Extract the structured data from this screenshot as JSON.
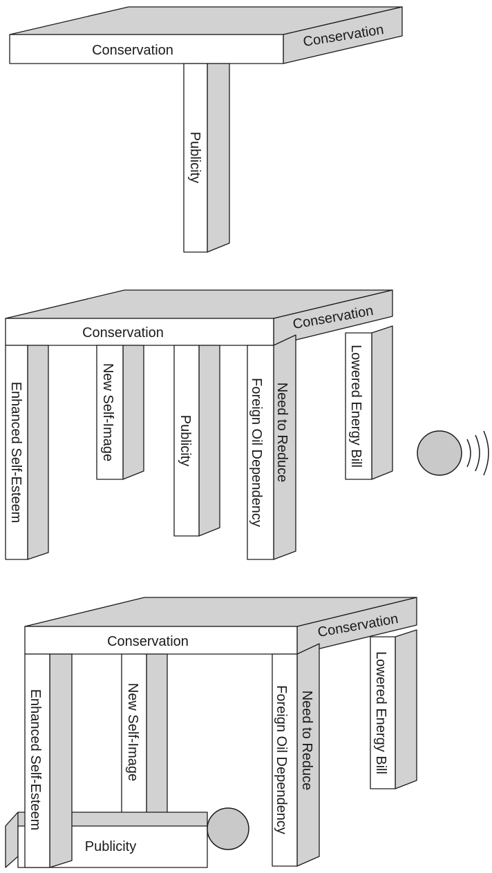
{
  "diagrams": {
    "one_leg": {
      "top_front": "Conservation",
      "top_side": "Conservation",
      "legs": [
        "Publicity"
      ]
    },
    "five_legs": {
      "top_front": "Conservation",
      "top_side": "Conservation",
      "legs": [
        "Enhanced Self-Esteem",
        "New Self-Image",
        "Publicity",
        "Foreign Oil Dependency",
        "Need to Reduce",
        "Lowered Energy Bill"
      ]
    },
    "fallen_leg": {
      "top_front": "Conservation",
      "top_side": "Conservation",
      "legs": [
        "Enhanced Self-Esteem",
        "New Self-Image",
        "Foreign Oil Dependency",
        "Need to Reduce",
        "Lowered Energy Bill"
      ],
      "fallen": "Publicity"
    }
  }
}
